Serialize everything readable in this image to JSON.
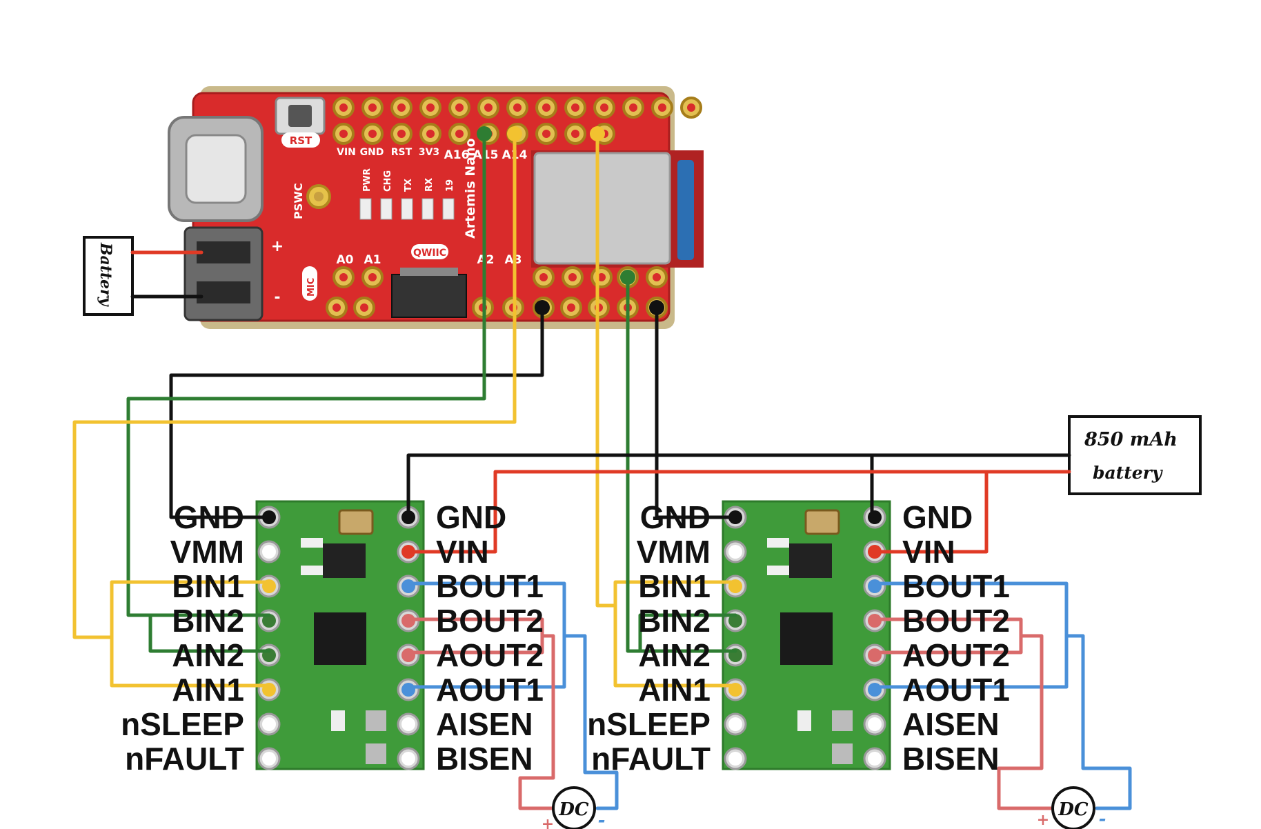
{
  "controller": {
    "silk_top": [
      "VIN",
      "GND",
      "RST",
      "3V3",
      "A16",
      "A15",
      "A14"
    ],
    "silk_bottom": [
      "A0",
      "A1",
      "A2",
      "A3"
    ],
    "leds": [
      "PWR",
      "CHG",
      "TX",
      "RX",
      "19"
    ],
    "board_name": "Artemis Nano",
    "rst_label": "RST",
    "pswc_label": "PSWC",
    "mic_label": "MIC",
    "qwiic_label": "QWIIC"
  },
  "small_battery": {
    "label": "Battery",
    "plus": "+",
    "minus": "-"
  },
  "main_battery": {
    "line1": "850 mAh",
    "line2": "battery"
  },
  "driver_left_pins": [
    "GND",
    "VMM",
    "BIN1",
    "BIN2",
    "AIN2",
    "AIN1",
    "nSLEEP",
    "nFAULT"
  ],
  "driver_right_pins": [
    "GND",
    "VIN",
    "BOUT1",
    "BOUT2",
    "AOUT2",
    "AOUT1",
    "AISEN",
    "BISEN"
  ],
  "motor": {
    "label": "DC",
    "plus": "+",
    "minus": "-"
  },
  "colors": {
    "board_red": "#d92b2b",
    "driver_green": "#3f9b3a",
    "wire_black": "#111111",
    "wire_green": "#2e7d32",
    "wire_yellow": "#f2c230",
    "wire_red": "#e03a25",
    "wire_blue": "#4a90d9",
    "wire_pink": "#d96a6a"
  }
}
